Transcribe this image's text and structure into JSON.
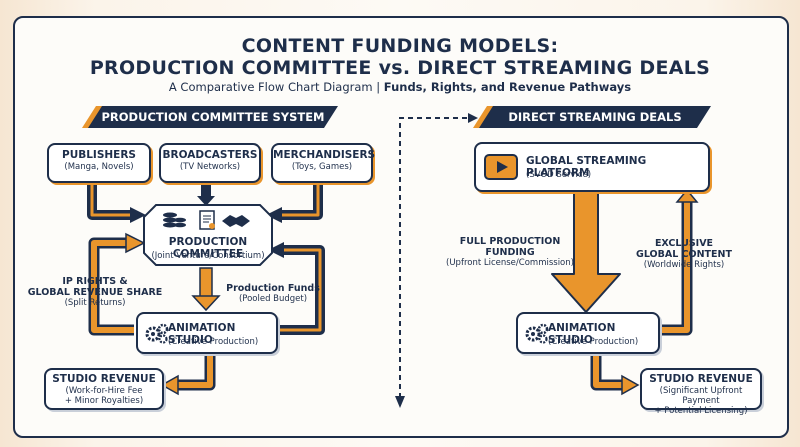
{
  "header": {
    "title_line1": "CONTENT FUNDING MODELS:",
    "title_line2": "PRODUCTION COMMITTEE vs. DIRECT STREAMING DEALS",
    "subtitle_plain": "A Comparative Flow Chart Diagram | ",
    "subtitle_bold": "Funds, Rights, and Revenue Pathways"
  },
  "left": {
    "banner": "PRODUCTION COMMITTEE SYSTEM",
    "publishers": {
      "title": "PUBLISHERS",
      "sub": "(Manga, Novels)"
    },
    "broadcasters": {
      "title": "BROADCASTERS",
      "sub": "(TV Networks)"
    },
    "merchandisers": {
      "title": "MERCHANDISERS",
      "sub": "(Toys, Games)"
    },
    "committee": {
      "title": "PRODUCTION COMMITTEE",
      "sub": "(Joint Venture/Consortium)"
    },
    "studio": {
      "title": "ANIMATION STUDIO",
      "sub": "(Creative Production)"
    },
    "revenue": {
      "title": "STUDIO REVENUE",
      "sub1": "(Work-for-Hire Fee",
      "sub2": "+ Minor Royalties)"
    },
    "funds_label": {
      "title": "Production Funds",
      "sub": "(Pooled Budget)"
    },
    "ip_label": {
      "line1": "IP RIGHTS &",
      "line2": "GLOBAL REVENUE SHARE",
      "sub": "(Split Returns)"
    }
  },
  "right": {
    "banner": "DIRECT STREAMING DEALS",
    "platform": {
      "title": "GLOBAL STREAMING PLATFORM",
      "sub": "(SVOD Service)"
    },
    "studio": {
      "title": "ANIMATION STUDIO",
      "sub": "(Creative Production)"
    },
    "revenue": {
      "title": "STUDIO REVENUE",
      "sub1": "(Significant Upfront Payment",
      "sub2": "+ Potential Licensing)"
    },
    "funding_label": {
      "line1": "FULL PRODUCTION",
      "line2": "FUNDING",
      "sub": "(Upfront License/Commission)"
    },
    "exclusive_label": {
      "line1": "EXCLUSIVE",
      "line2": "GLOBAL CONTENT",
      "sub": "(Worldwide Rights)"
    }
  },
  "colors": {
    "navy": "#1e2e4a",
    "orange": "#e9952c",
    "background": "#fdfcf9"
  },
  "icons": [
    "coins-icon",
    "contract-icon",
    "handshake-icon",
    "gears-icon",
    "play-icon"
  ]
}
